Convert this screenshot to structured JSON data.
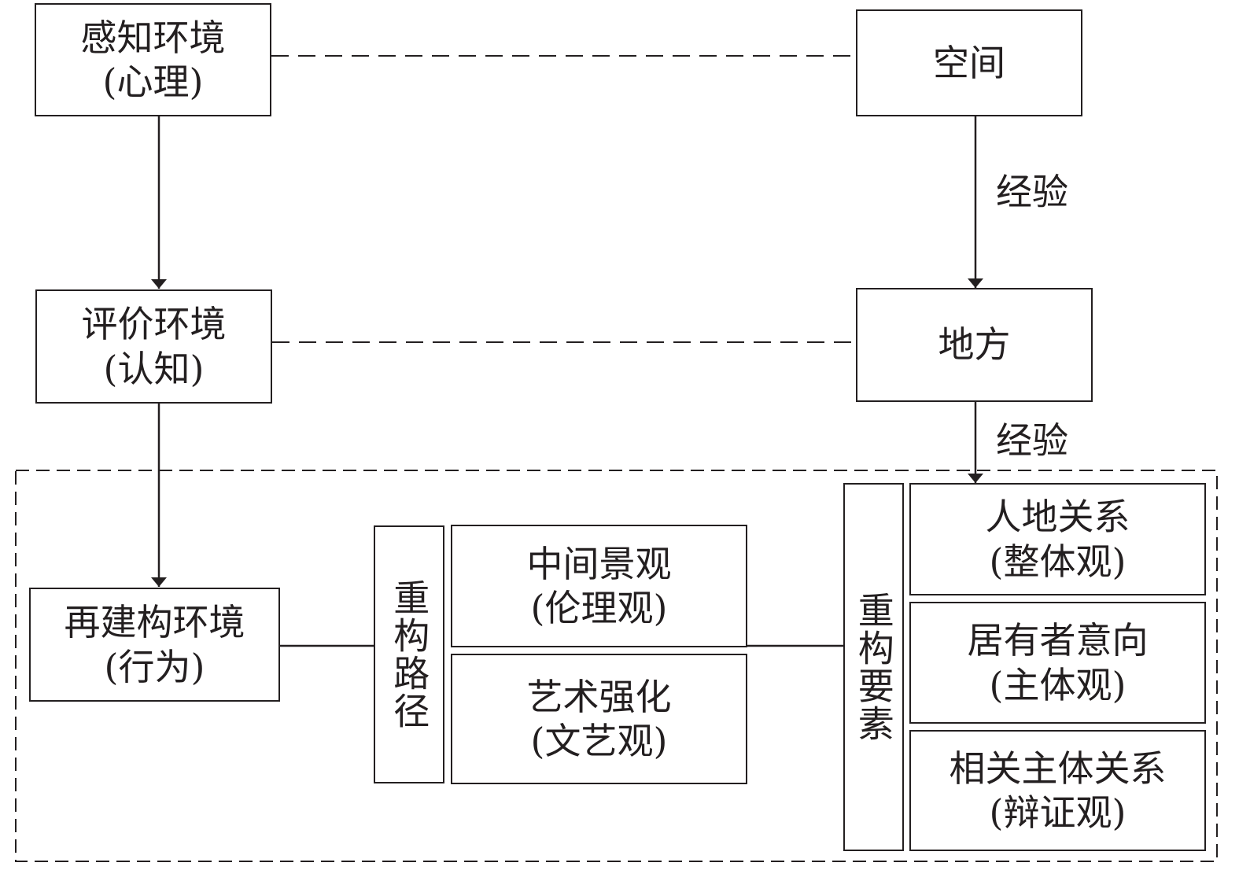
{
  "nodes": {
    "perceived": {
      "title": "感知环境",
      "sub": "(心理)"
    },
    "evaluated": {
      "title": "评价环境",
      "sub": "(认知)"
    },
    "reconstructed": {
      "title": "再建构环境",
      "sub": "(行为)"
    },
    "space": {
      "title": "空间"
    },
    "place": {
      "title": "地方"
    },
    "path_header": {
      "title": "重构路径"
    },
    "middle_landscape": {
      "title": "中间景观",
      "sub": "(伦理观)"
    },
    "art_enhance": {
      "title": "艺术强化",
      "sub": "(文艺观)"
    },
    "element_header": {
      "title": "重构要素"
    },
    "human_land": {
      "title": "人地关系",
      "sub": "(整体观)"
    },
    "resident_intent": {
      "title": "居有者意向",
      "sub": "(主体观)"
    },
    "stakeholder": {
      "title": "相关主体关系",
      "sub": "(辩证观)"
    }
  },
  "edges": {
    "experience_1": "经验",
    "experience_2": "经验"
  }
}
